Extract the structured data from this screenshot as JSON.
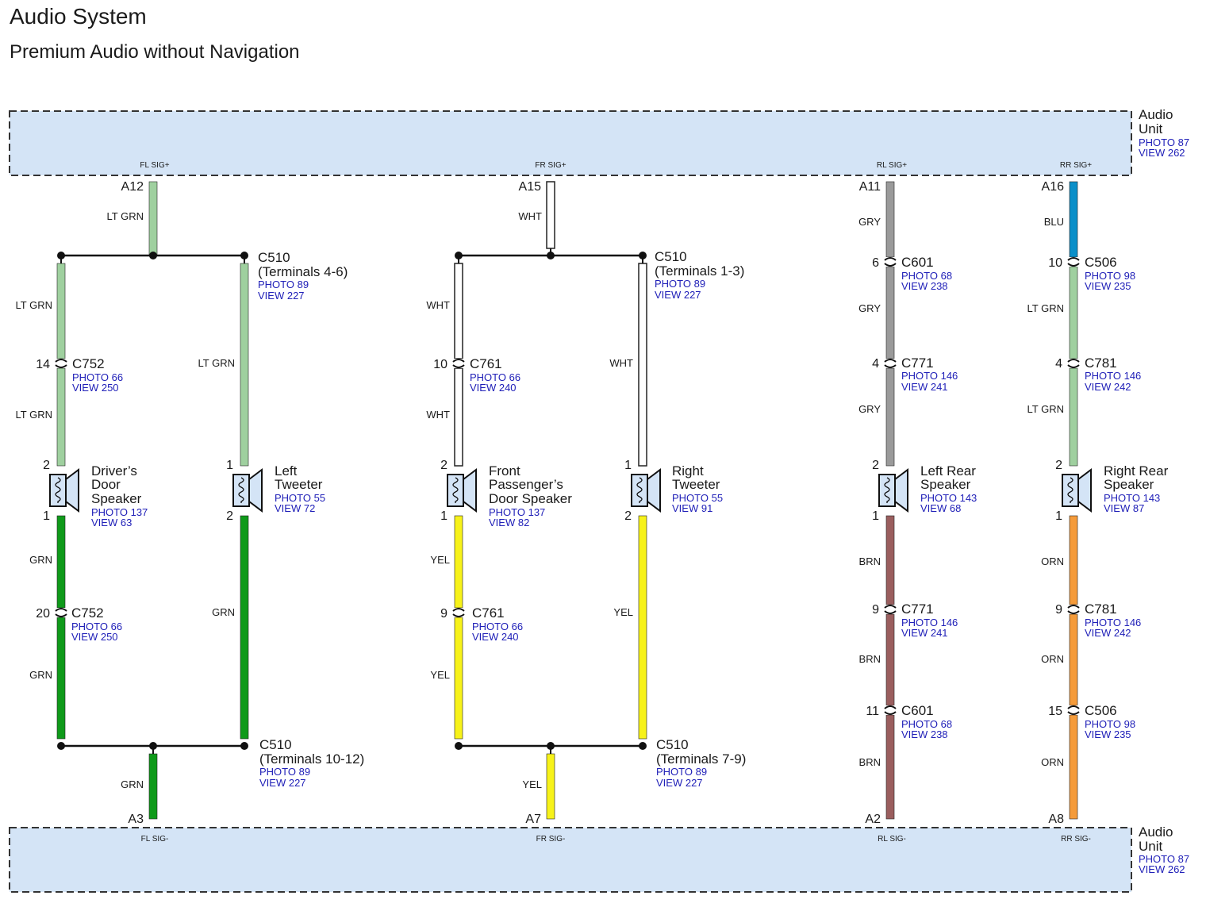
{
  "title": "Audio System",
  "subtitle": "Premium Audio without Navigation",
  "colors": {
    "LT GRN": "#9fd09f",
    "GRN": "#0f9a1a",
    "WHT": "#ffffff",
    "YEL": "#f7f21a",
    "GRY": "#9a9a9a",
    "BRN": "#9a5e5e",
    "BLU": "#0a8fc9",
    "ORN": "#f59b3a",
    "unit_fill": "#d4e4f6",
    "ref_text": "#2020b8"
  },
  "audio_unit_top": {
    "name": [
      "Audio",
      "Unit"
    ],
    "photo": "PHOTO 87",
    "view": "VIEW 262",
    "pins": [
      "FL SIG+",
      "FR SIG+",
      "RL SIG+",
      "RR SIG+"
    ]
  },
  "audio_unit_bottom": {
    "name": [
      "Audio",
      "Unit"
    ],
    "photo": "PHOTO 87",
    "view": "VIEW 262",
    "pins": [
      "FL SIG-",
      "FR SIG-",
      "RL SIG-",
      "RR SIG-"
    ]
  },
  "pins": {
    "top": [
      "A12",
      "A15",
      "A11",
      "A16"
    ],
    "bottom": [
      "A3",
      "A7",
      "A2",
      "A8"
    ]
  },
  "wires": {
    "fl_top": "LT GRN",
    "fl_dr1": "LT GRN",
    "fl_dr2": "LT GRN",
    "fl_tw": "LT GRN",
    "fl_dr3": "GRN",
    "fl_dr4": "GRN",
    "fl_tw2": "GRN",
    "fl_bot": "GRN",
    "fr_top": "WHT",
    "fr_ps1": "WHT",
    "fr_ps2": "WHT",
    "fr_tw": "WHT",
    "fr_ps3": "YEL",
    "fr_ps4": "YEL",
    "fr_tw2": "YEL",
    "fr_bot": "YEL",
    "rl_1": "GRY",
    "rl_2": "GRY",
    "rl_3": "GRY",
    "rl_4": "BRN",
    "rl_5": "BRN",
    "rl_6": "BRN",
    "rr_1": "BLU",
    "rr_2": "LT GRN",
    "rr_3": "LT GRN",
    "rr_4": "ORN",
    "rr_5": "ORN",
    "rr_6": "ORN"
  },
  "connectors": {
    "c510_a": {
      "name": "C510",
      "terms": "(Terminals 4-6)",
      "photo": "PHOTO 89",
      "view": "VIEW 227"
    },
    "c510_b": {
      "name": "C510",
      "terms": "(Terminals 1-3)",
      "photo": "PHOTO 89",
      "view": "VIEW 227"
    },
    "c510_c": {
      "name": "C510",
      "terms": "(Terminals 10-12)",
      "photo": "PHOTO 89",
      "view": "VIEW 227"
    },
    "c510_d": {
      "name": "C510",
      "terms": "(Terminals 7-9)",
      "photo": "PHOTO 89",
      "view": "VIEW 227"
    },
    "c752_a": {
      "pin": "14",
      "name": "C752",
      "photo": "PHOTO 66",
      "view": "VIEW 250"
    },
    "c752_b": {
      "pin": "20",
      "name": "C752",
      "photo": "PHOTO 66",
      "view": "VIEW 250"
    },
    "c761_a": {
      "pin": "10",
      "name": "C761",
      "photo": "PHOTO 66",
      "view": "VIEW 240"
    },
    "c761_b": {
      "pin": "9",
      "name": "C761",
      "photo": "PHOTO 66",
      "view": "VIEW 240"
    },
    "c601_a": {
      "pin": "6",
      "name": "C601",
      "photo": "PHOTO 68",
      "view": "VIEW 238"
    },
    "c771_a": {
      "pin": "4",
      "name": "C771",
      "photo": "PHOTO 146",
      "view": "VIEW 241"
    },
    "c771_b": {
      "pin": "9",
      "name": "C771",
      "photo": "PHOTO 146",
      "view": "VIEW 241"
    },
    "c601_b": {
      "pin": "11",
      "name": "C601",
      "photo": "PHOTO 68",
      "view": "VIEW 238"
    },
    "c506_a": {
      "pin": "10",
      "name": "C506",
      "photo": "PHOTO 98",
      "view": "VIEW 235"
    },
    "c781_a": {
      "pin": "4",
      "name": "C781",
      "photo": "PHOTO 146",
      "view": "VIEW 242"
    },
    "c781_b": {
      "pin": "9",
      "name": "C781",
      "photo": "PHOTO 146",
      "view": "VIEW 242"
    },
    "c506_b": {
      "pin": "15",
      "name": "C506",
      "photo": "PHOTO 98",
      "view": "VIEW 235"
    }
  },
  "speakers": {
    "driver": {
      "lines": [
        "Driver’s",
        "Door",
        "Speaker"
      ],
      "photo": "PHOTO 137",
      "view": "VIEW 63",
      "pin_top": "2",
      "pin_bot": "1"
    },
    "left_tweeter": {
      "lines": [
        "Left",
        "Tweeter"
      ],
      "photo": "PHOTO 55",
      "view": "VIEW 72",
      "pin_top": "1",
      "pin_bot": "2"
    },
    "front_pass": {
      "lines": [
        "Front",
        "Passenger’s",
        "Door Speaker"
      ],
      "photo": "PHOTO 137",
      "view": "VIEW 82",
      "pin_top": "2",
      "pin_bot": "1"
    },
    "right_tweeter": {
      "lines": [
        "Right",
        "Tweeter"
      ],
      "photo": "PHOTO 55",
      "view": "VIEW 91",
      "pin_top": "1",
      "pin_bot": "2"
    },
    "left_rear": {
      "lines": [
        "Left Rear",
        "Speaker"
      ],
      "photo": "PHOTO 143",
      "view": "VIEW 68",
      "pin_top": "2",
      "pin_bot": "1"
    },
    "right_rear": {
      "lines": [
        "Right Rear",
        "Speaker"
      ],
      "photo": "PHOTO 143",
      "view": "VIEW 87",
      "pin_top": "2",
      "pin_bot": "1"
    }
  }
}
